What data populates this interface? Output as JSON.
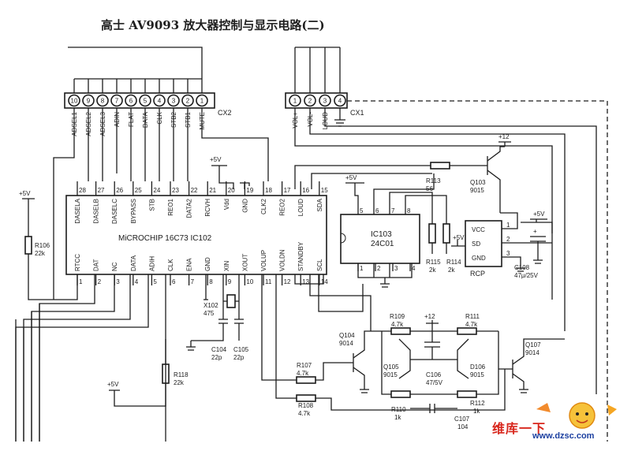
{
  "title": "高士 AV9093 放大器控制与显示电路(二)",
  "cx2": {
    "ref": "CX2",
    "pins": [
      "10",
      "9",
      "8",
      "7",
      "6",
      "5",
      "4",
      "3",
      "2",
      "1"
    ],
    "signals": [
      "ADSEL1",
      "ADSEL2",
      "ADSEL3",
      "ADIN",
      "FLAT",
      "DATA",
      "CLK",
      "STB2",
      "STB1",
      "MUTE"
    ]
  },
  "cx1": {
    "ref": "CX1",
    "pins": [
      "1",
      "2",
      "3",
      "4"
    ],
    "signals": [
      "VOL+",
      "VOL-",
      "LOUD"
    ]
  },
  "ic102": {
    "name": "MiCROCHIP 16C73 IC102",
    "top_pins": [
      "28",
      "27",
      "26",
      "25",
      "24",
      "23",
      "22",
      "21",
      "20",
      "19",
      "18",
      "17",
      "16",
      "15"
    ],
    "top_names": [
      "DASELA",
      "DASELB",
      "DASELC",
      "BYPASS",
      "STB",
      "REO1",
      "DATA2",
      "RCVH",
      "Vdd",
      "GND",
      "CLK2",
      "REO2",
      "LOUD",
      "SDA"
    ],
    "bottom_pins": [
      "1",
      "2",
      "3",
      "4",
      "5",
      "6",
      "7",
      "8",
      "9",
      "10",
      "11",
      "12",
      "13",
      "14"
    ],
    "bottom_names": [
      "RTCC",
      "DAT",
      "NC",
      "DATA",
      "ADIH",
      "CLK",
      "ENA",
      "GND",
      "XIN",
      "XOUT",
      "VOLUP",
      "VOLDN",
      "STANDBY",
      "SCL"
    ]
  },
  "ic103": {
    "name": "IC103",
    "part": "24C01",
    "top_pins": [
      "5",
      "6",
      "7",
      "8"
    ],
    "bottom_pins": [
      "1",
      "2",
      "3",
      "4"
    ]
  },
  "rcp": {
    "ref": "RCP",
    "pins": [
      "VCC",
      "SD",
      "GND"
    ],
    "pin_numbers": [
      "1",
      "2",
      "3"
    ]
  },
  "supplies": {
    "v5": "+5V",
    "v12": "+12",
    "v5b": "+5V"
  },
  "components": {
    "r106": "R106",
    "r106v": "22k",
    "r113": "R113",
    "r113v": "56",
    "r115": "R115",
    "r115v": "2k",
    "r114": "R114",
    "r114v": "2k",
    "q103": "Q103",
    "q103v": "9015",
    "c108": "C108",
    "c108v": "47μ/25V",
    "x102": "X102",
    "x102v": "475",
    "c104": "C104",
    "c104v": "22p",
    "c105": "C105",
    "c105v": "22p",
    "r118": "R118",
    "r118v": "22k",
    "r107": "R107",
    "r107v": "4.7k",
    "r108": "R108",
    "r108v": "4.7k",
    "q104": "Q104",
    "q104v": "9014",
    "r109": "R109",
    "r109v": "4.7k",
    "q105": "Q105",
    "q105v": "9015",
    "c106": "C106",
    "c106v": "47/5V",
    "d106": "D106",
    "d106v": "9015",
    "r111": "R111",
    "r111v": "4.7k",
    "r110": "R110",
    "r110v": "1k",
    "r112": "R112",
    "r112v": "1k",
    "c107": "C107",
    "c107v": "104",
    "q107": "Q107",
    "q107v": "9014"
  },
  "watermark": {
    "brand": "维库一下",
    "domain": "www.dzsc.com"
  }
}
